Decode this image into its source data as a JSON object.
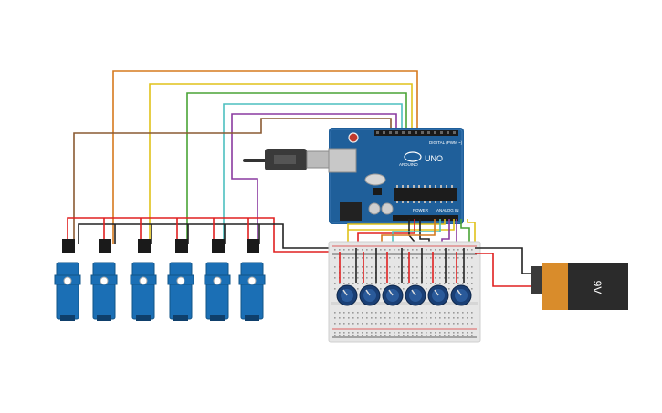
{
  "arduino": {
    "brand": "ARDUINO",
    "model": "UNO",
    "digital_label": "DIGITAL (PWM ~)",
    "power_label": "POWER",
    "analog_label": "ANALOG IN",
    "board_color": "#1f5f9a"
  },
  "battery": {
    "label": "9V",
    "body_color": "#2b2b2b",
    "cap_color": "#d98c2b"
  },
  "servos": {
    "count": 6,
    "body_color": "#1b6fb5"
  },
  "potentiometers": {
    "count": 6,
    "knob_color": "#1a3f75"
  },
  "wire_colors": {
    "orange": "#d67a1e",
    "yellow": "#e0c21a",
    "green": "#4aa436",
    "teal": "#4dbfbf",
    "purple": "#8a3aa0",
    "brown": "#8a5a32",
    "red": "#e02020",
    "black": "#222222"
  }
}
